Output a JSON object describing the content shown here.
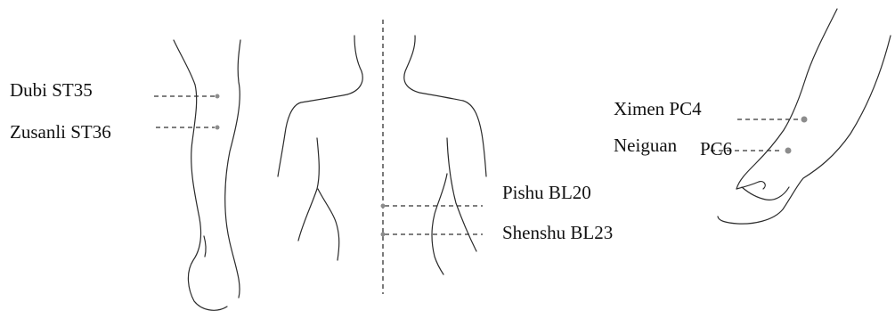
{
  "figure": {
    "labels": {
      "dubi": "Dubi ST35",
      "zusanli": "Zusanli ST36",
      "pishu": "Pishu BL20",
      "shenshu": "Shenshu BL23",
      "ximen": "Ximen PC4",
      "neiguan_name": "Neiguan",
      "neiguan_code": "PC6"
    },
    "colors": {
      "outline": "#2b2b2b",
      "guide_line": "#333333",
      "point": "#8c8c8c",
      "text": "#111111"
    }
  }
}
